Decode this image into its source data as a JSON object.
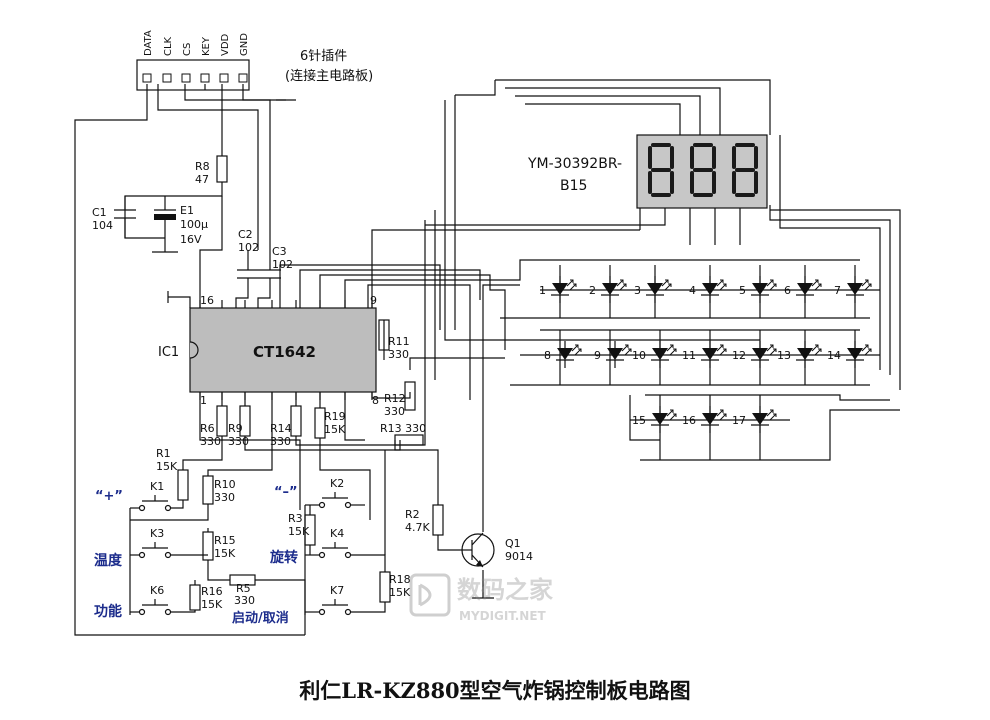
{
  "title": "利仁LR-KZ880型空气炸锅控制板电路图",
  "connector": {
    "pins": [
      "DATA",
      "CLK",
      "CS",
      "KEY",
      "VDD",
      "GND"
    ],
    "label_line1": "6针插件",
    "label_line2": "(连接主电路板)"
  },
  "ic": {
    "ref": "IC1",
    "name": "CT1642",
    "pin16": "16",
    "pin9": "9",
    "pin1": "1",
    "pin8": "8"
  },
  "display": {
    "name_line1": "YM-30392BR-",
    "name_line2": "B15",
    "digits": "888"
  },
  "parts": {
    "r8": [
      "R8",
      "47"
    ],
    "c1": [
      "C1",
      "104"
    ],
    "e1": [
      "E1",
      "100μ",
      "16V"
    ],
    "c2": [
      "C2",
      "102"
    ],
    "c3": [
      "C3",
      "102"
    ],
    "r11": [
      "R11",
      "330"
    ],
    "r12": [
      "R12",
      "330"
    ],
    "r13": [
      "R13",
      "330"
    ],
    "r6": [
      "R6",
      "330"
    ],
    "r9": [
      "R9",
      "330"
    ],
    "r14": [
      "R14",
      "330"
    ],
    "r19": [
      "R19",
      "15K"
    ],
    "r1": [
      "R1",
      "15K"
    ],
    "r10": [
      "R10",
      "330"
    ],
    "r15": [
      "R15",
      "15K"
    ],
    "r16": [
      "R16",
      "15K"
    ],
    "r5": [
      "R5",
      "330"
    ],
    "r3": [
      "R3",
      "15K"
    ],
    "r18": [
      "R18",
      "15K"
    ],
    "r2": [
      "R2",
      "4.7K"
    ],
    "q1": [
      "Q1",
      "9014"
    ]
  },
  "switches": [
    "K1",
    "K2",
    "K3",
    "K4",
    "K6",
    "K7"
  ],
  "key_labels": {
    "plus": "“+”",
    "minus": "“–”",
    "temp": "温度",
    "rotate": "旋转",
    "func": "功能",
    "startcancel": "启动/取消"
  },
  "leds": [
    "1",
    "2",
    "3",
    "4",
    "5",
    "6",
    "7",
    "8",
    "9",
    "10",
    "11",
    "12",
    "13",
    "14",
    "15",
    "16",
    "17"
  ],
  "watermark": {
    "cn": "数码之家",
    "en": "MYDIGIT.NET"
  }
}
